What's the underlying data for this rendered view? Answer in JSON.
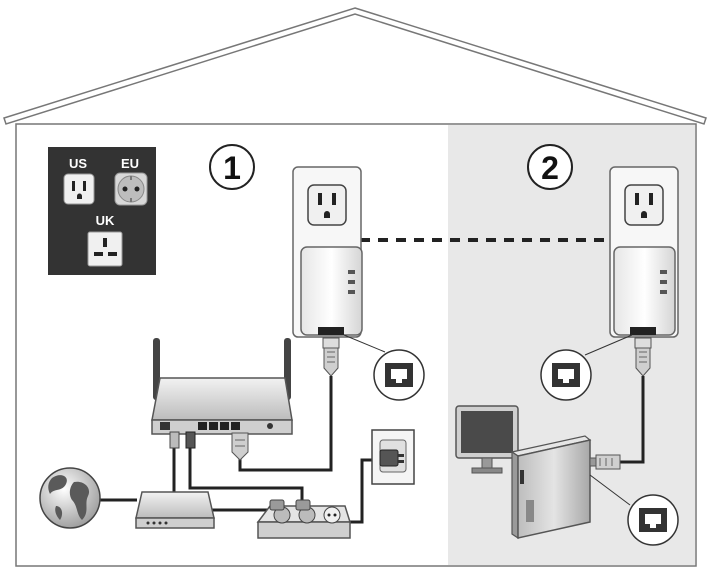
{
  "steps": {
    "step1": "1",
    "step2": "2"
  },
  "plug_types": {
    "us": "US",
    "eu": "EU",
    "uk": "UK"
  },
  "colors": {
    "background_left": "#ffffff",
    "background_right": "#e8e8e8",
    "outline": "#6a6a6a",
    "legend_panel": "#333333",
    "cable": "#222222"
  },
  "icons": [
    "house-outline",
    "globe-icon",
    "modem-icon",
    "router-icon",
    "power-strip-icon",
    "wall-outlet-icon",
    "powerline-adapter-icon",
    "ethernet-port-icon",
    "ethernet-plug-icon",
    "monitor-icon",
    "desktop-tower-icon",
    "power-plug-icon"
  ]
}
